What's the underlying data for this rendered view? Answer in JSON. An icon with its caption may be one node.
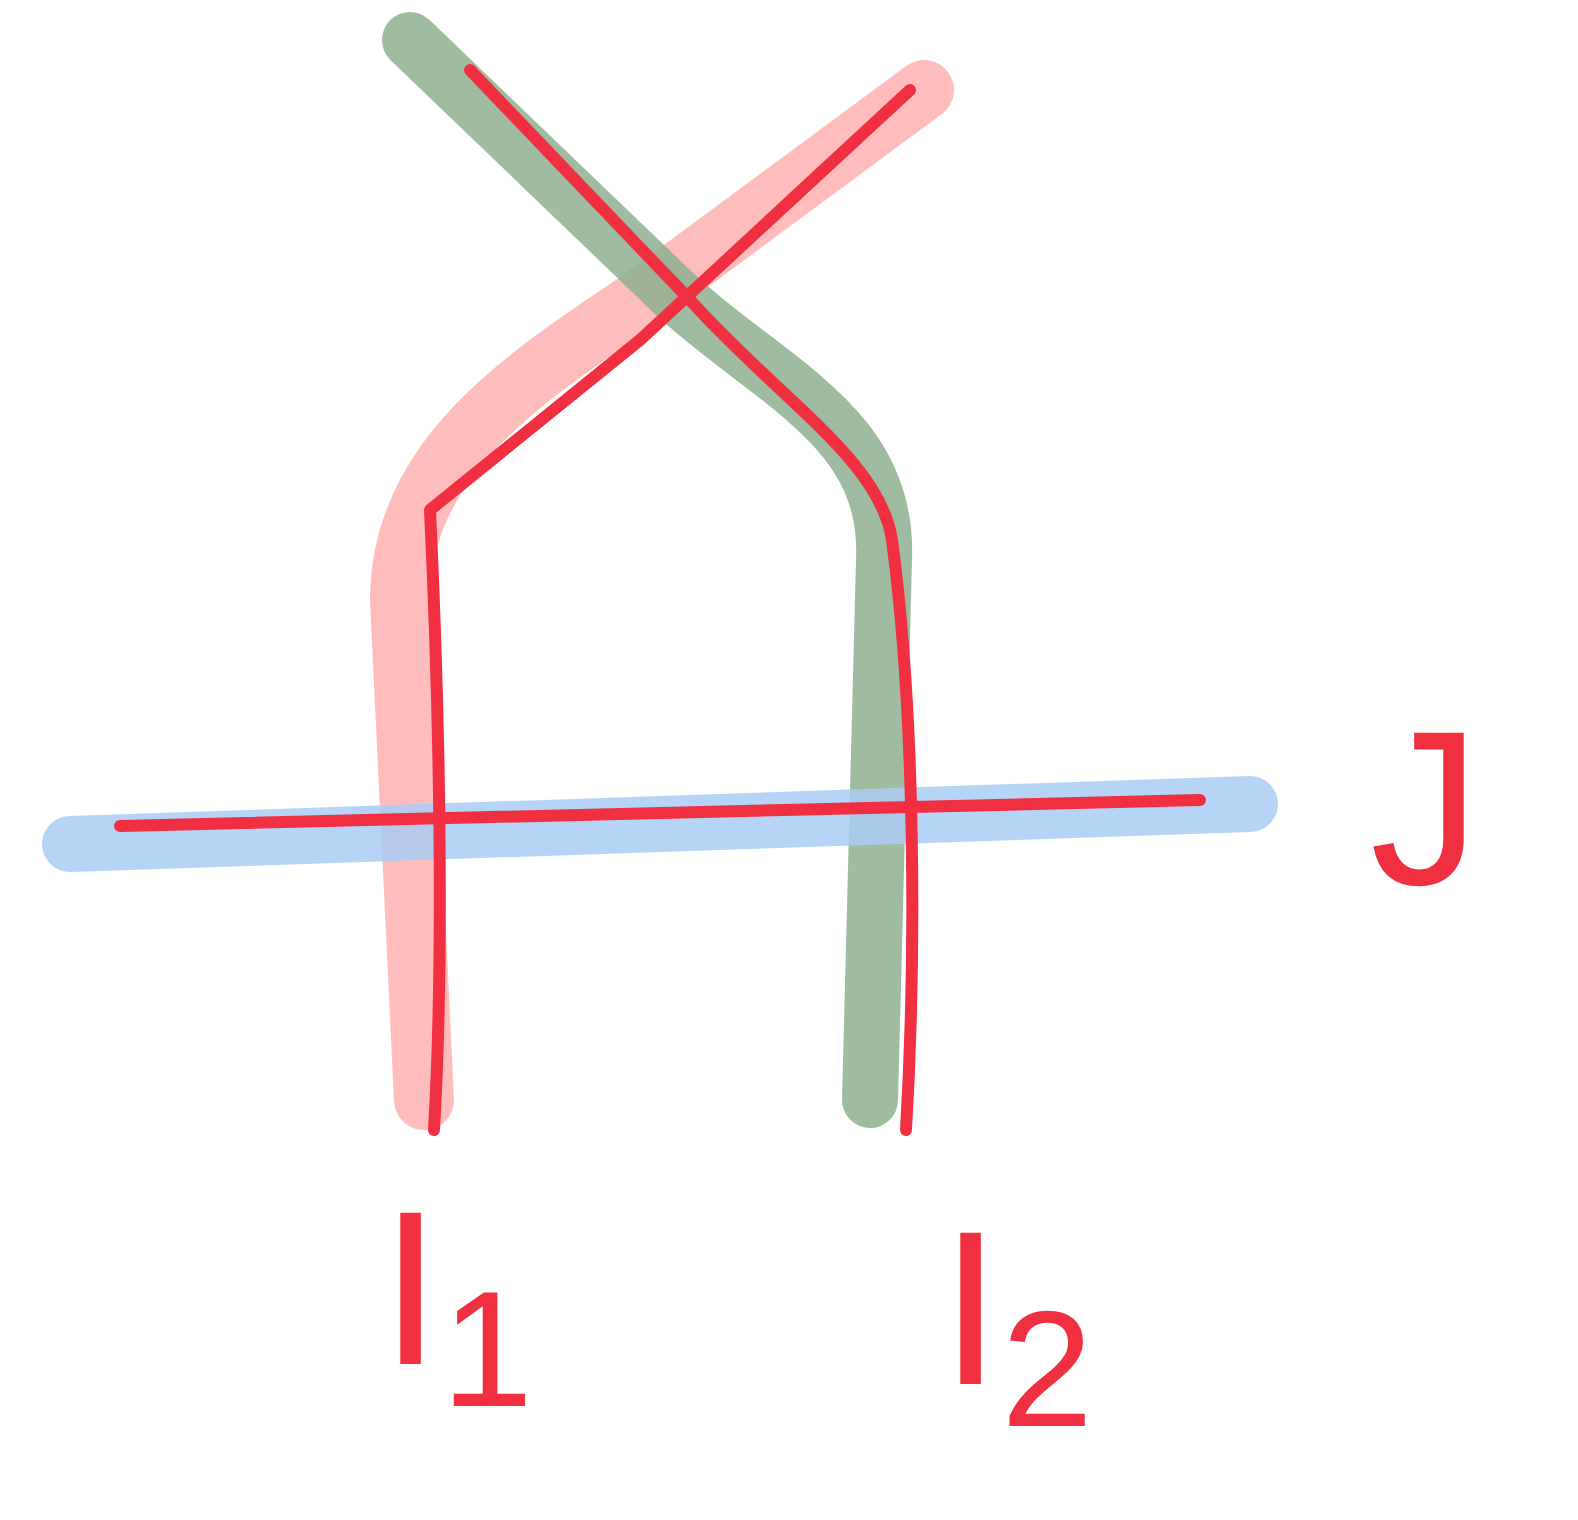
{
  "diagram": {
    "labels": [
      "J",
      "I$_{1}$",
      "I$_{2}$"
    ]
  }
}
